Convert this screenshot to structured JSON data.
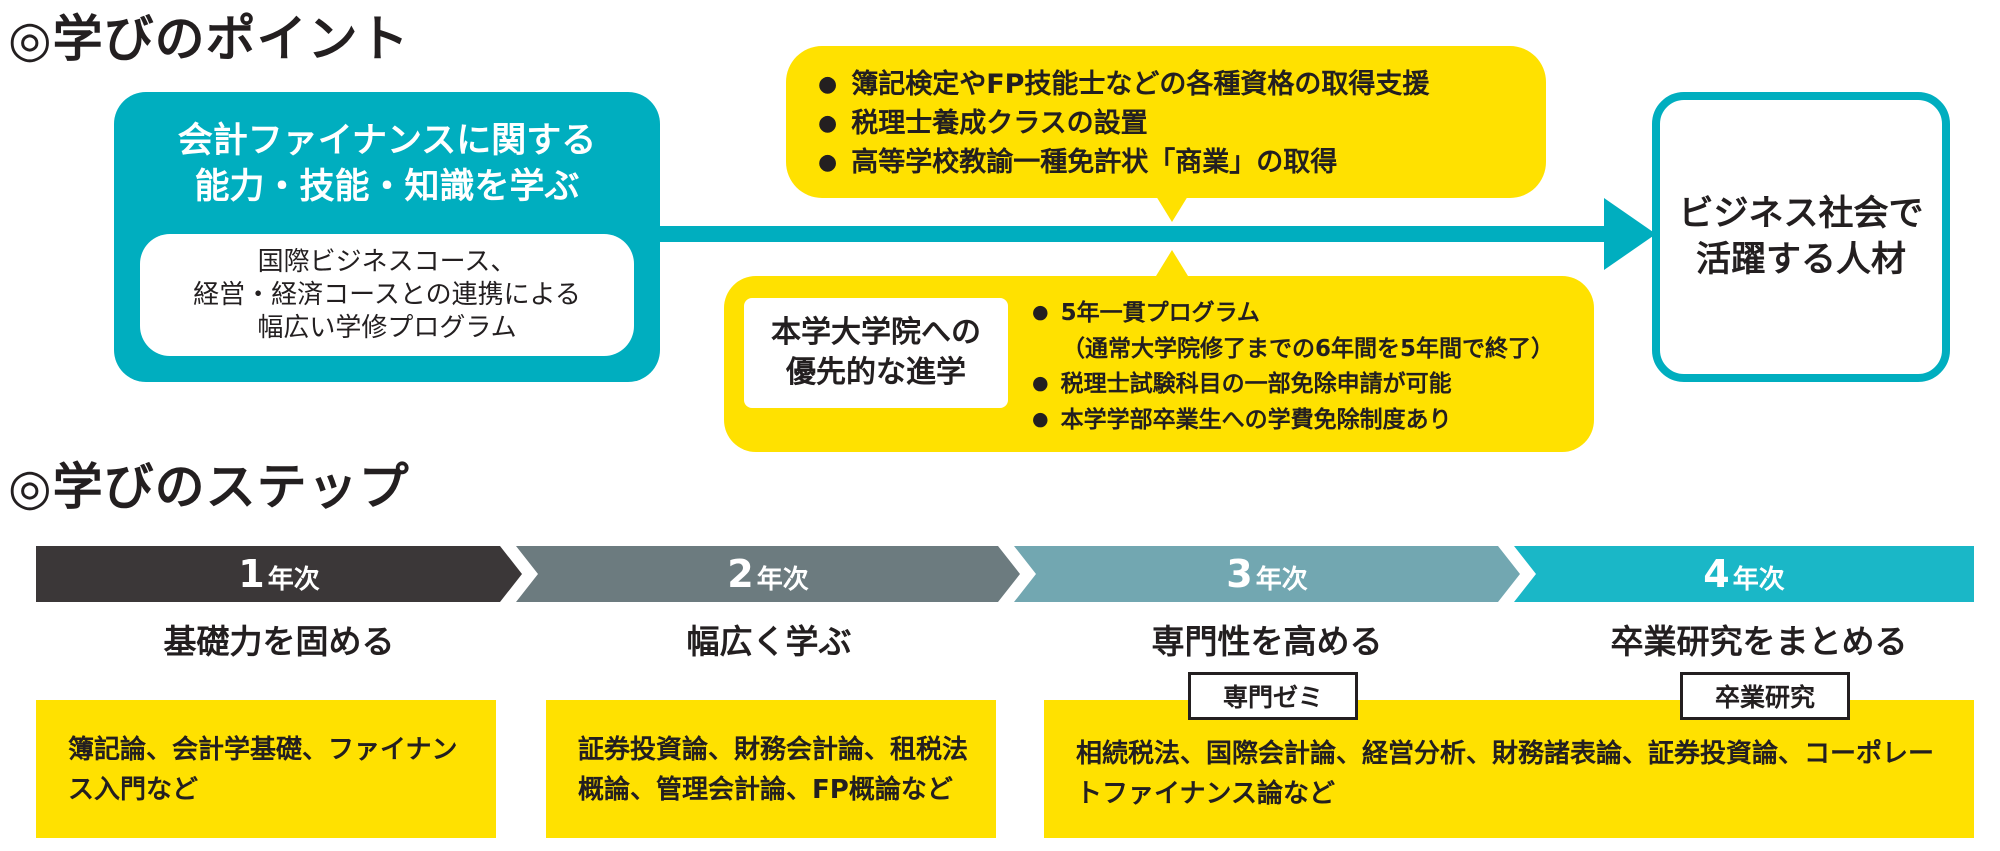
{
  "points": {
    "title": "◎学びのポイント",
    "left_box": {
      "heading_lines": [
        "会計ファイナンスに関する",
        "能力・技能・知識を学ぶ"
      ],
      "inner_lines": [
        "国際ビジネスコース、",
        "経営・経済コースとの連携による",
        "幅広い学修プログラム"
      ]
    },
    "top_callout": [
      "簿記検定やFP技能士などの各種資格の取得支援",
      "税理士養成クラスの設置",
      "高等学校教諭一種免許状「商業」の取得"
    ],
    "bottom_callout": {
      "label_lines": [
        "本学大学院への",
        "優先的な進学"
      ],
      "items": [
        "5年一貫プログラム",
        "（通常大学院修了までの6年間を5年間で終了）",
        "税理士試験科目の一部免除申請が可能",
        "本学学部卒業生への学費免除制度あり"
      ]
    },
    "outcome_lines": [
      "ビジネス社会で",
      "活躍する人材"
    ]
  },
  "steps": {
    "title": "◎学びのステップ",
    "year_suffix": "年次",
    "items": [
      {
        "year": "1",
        "heading": "基礎力を固める",
        "content_lines": [
          "簿記論、会計学基礎、ファイナン",
          "ス入門など"
        ]
      },
      {
        "year": "2",
        "heading": "幅広く学ぶ",
        "content_lines": [
          "証券投資論、財務会計論、租税法",
          "概論、管理会計論、FP概論など"
        ]
      },
      {
        "year": "3",
        "heading": "専門性を高める",
        "tag": "専門ゼミ"
      },
      {
        "year": "4",
        "heading": "卒業研究をまとめる",
        "tag": "卒業研究"
      }
    ],
    "shared_content_lines": [
      "相続税法、国際会計論、経営分析、財務諸表論、証券投資論、コーポレー",
      "トファイナンス論など"
    ]
  },
  "colors": {
    "teal": "#00aebf",
    "yellow": "#ffe100",
    "step1": "#3b3738",
    "step2": "#6c7b7f",
    "step3": "#72a7b1",
    "step4": "#1ab7c7"
  }
}
